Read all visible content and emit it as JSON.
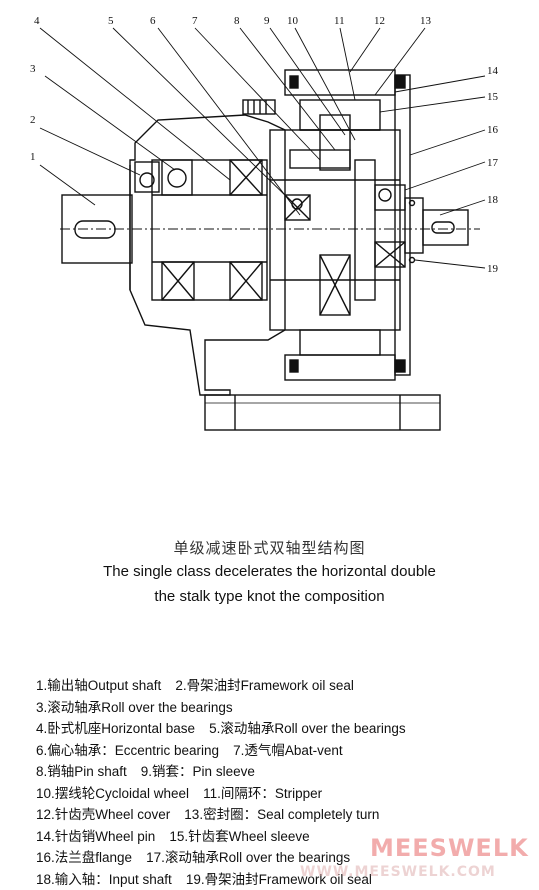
{
  "callouts": [
    "1",
    "2",
    "3",
    "4",
    "5",
    "6",
    "7",
    "8",
    "9",
    "10",
    "11",
    "12",
    "13",
    "14",
    "15",
    "16",
    "17",
    "18",
    "19"
  ],
  "title_zh": "单级减速卧式双轴型结构图",
  "title_en_line1": "The single class decelerates the horizontal double",
  "title_en_line2": "the stalk type knot the composition",
  "legend": [
    [
      "1.输出轴Output shaft",
      "2.骨架油封Framework oil seal"
    ],
    [
      "3.滚动轴承Roll over the bearings"
    ],
    [
      "4.卧式机座Horizontal base",
      "5.滚动轴承Roll over the bearings"
    ],
    [
      "6.偏心轴承：Eccentric bearing",
      "7.透气帽Abat-vent"
    ],
    [
      "8.销轴Pin shaft",
      "9.销套：Pin sleeve"
    ],
    [
      "10.摆线轮Cycloidal wheel",
      "11.间隔环：Stripper"
    ],
    [
      "12.针齿壳Wheel cover",
      "13.密封圈：Seal completely turn"
    ],
    [
      "14.针齿销Wheel pin",
      "15.针齿套Wheel sleeve"
    ],
    [
      "16.法兰盘flange",
      "17.滚动轴承Roll over the bearings"
    ],
    [
      "18.输入轴：Input shaft",
      "19.骨架油封Framework oil seal"
    ]
  ],
  "watermark": "MEESWELK",
  "watermark_url": "WWW.MEESWELK.COM"
}
